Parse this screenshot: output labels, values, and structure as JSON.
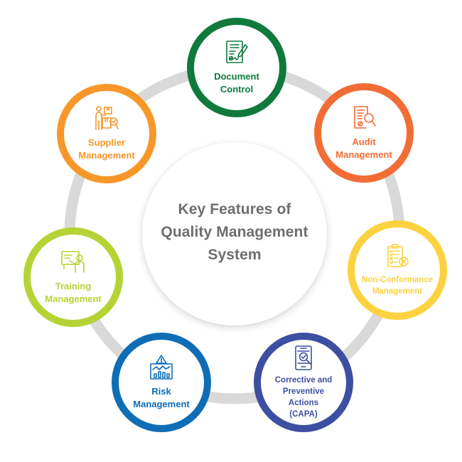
{
  "diagram": {
    "type": "hub-and-ring",
    "center": {
      "title_lines": [
        "Key Features of",
        "Quality Management",
        "System"
      ],
      "text_color": "#6d6e70"
    },
    "ring_color": "#d9d9d9",
    "nodes": [
      {
        "id": "document-control",
        "label_lines": [
          "Document",
          "Control"
        ],
        "icon": "document-signature-icon",
        "color": "#107a3c"
      },
      {
        "id": "audit-management",
        "label_lines": [
          "Audit",
          "Management"
        ],
        "icon": "document-magnifier-icon",
        "color": "#f26d36"
      },
      {
        "id": "non-conformance-management",
        "label_lines": [
          "Non-Conformance",
          "Management"
        ],
        "icon": "clipboard-checklist-x-icon",
        "color": "#fdd240"
      },
      {
        "id": "capa",
        "label_lines": [
          "Corrective and",
          "Preventive",
          "Actions",
          "(CAPA)"
        ],
        "icon": "tablet-check-magnifier-icon",
        "color": "#3d4fa1"
      },
      {
        "id": "risk-management",
        "label_lines": [
          "Risk",
          "Management"
        ],
        "icon": "warning-chart-icon",
        "color": "#0f6db6"
      },
      {
        "id": "training-management",
        "label_lines": [
          "Training",
          "Management"
        ],
        "icon": "presenter-whiteboard-icon",
        "color": "#b5d334"
      },
      {
        "id": "supplier-management",
        "label_lines": [
          "Supplier",
          "Management"
        ],
        "icon": "person-boxes-magnifier-icon",
        "color": "#f7972a"
      }
    ]
  }
}
